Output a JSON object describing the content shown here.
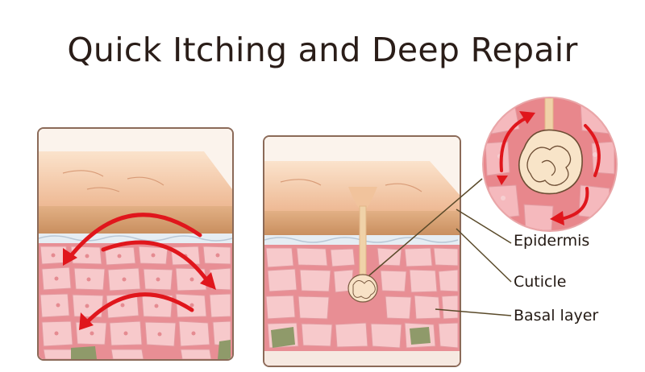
{
  "title": "Quick Itching and Deep Repair",
  "labels": {
    "epidermis": "Epidermis",
    "cuticle": "Cuticle",
    "basal_layer": "Basal layer"
  },
  "colors": {
    "skin_top": "#f2c8a0",
    "skin_band": "#d9a373",
    "membrane": "#dfe6ee",
    "cell_fill": "#f6c5c7",
    "cell_bg": "#e88e94",
    "arrow_red": "#e0161c",
    "leader_line": "#5a4a2a"
  }
}
